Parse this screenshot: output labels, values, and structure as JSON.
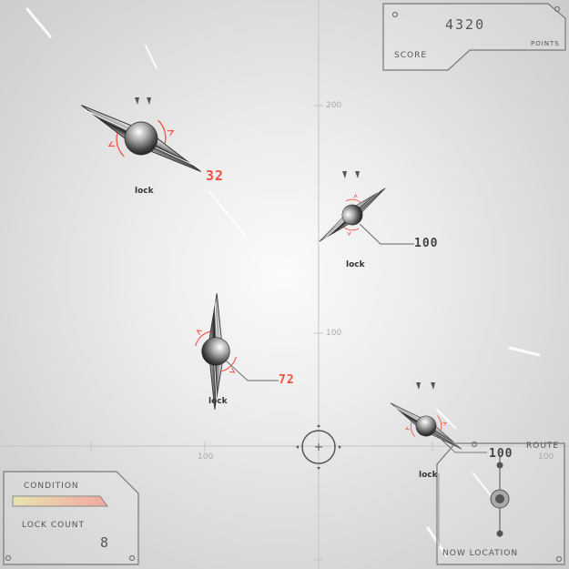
{
  "score": {
    "label": "SCORE",
    "value": "4320",
    "unit": "POINTS"
  },
  "condition": {
    "label": "CONDITION",
    "lock_count_label": "LOCK COUNT",
    "lock_count": "8"
  },
  "route": {
    "label": "ROUTE",
    "now_location": "NOW LOCATION"
  },
  "axis": {
    "tick_200": "200",
    "tick_100_v": "100",
    "tick_100_h": "100",
    "tick_100_h2": "100"
  },
  "enemies": [
    {
      "lock": "lock",
      "distance": "32",
      "highlight": true
    },
    {
      "lock": "lock",
      "distance": "100",
      "highlight": false
    },
    {
      "lock": "lock",
      "distance": "72",
      "highlight": true
    },
    {
      "lock": "lock",
      "distance": "100",
      "highlight": false
    }
  ],
  "colors": {
    "accent_red": "#f05040",
    "hud_line": "#8a8a8a",
    "hud_text": "#555555"
  }
}
